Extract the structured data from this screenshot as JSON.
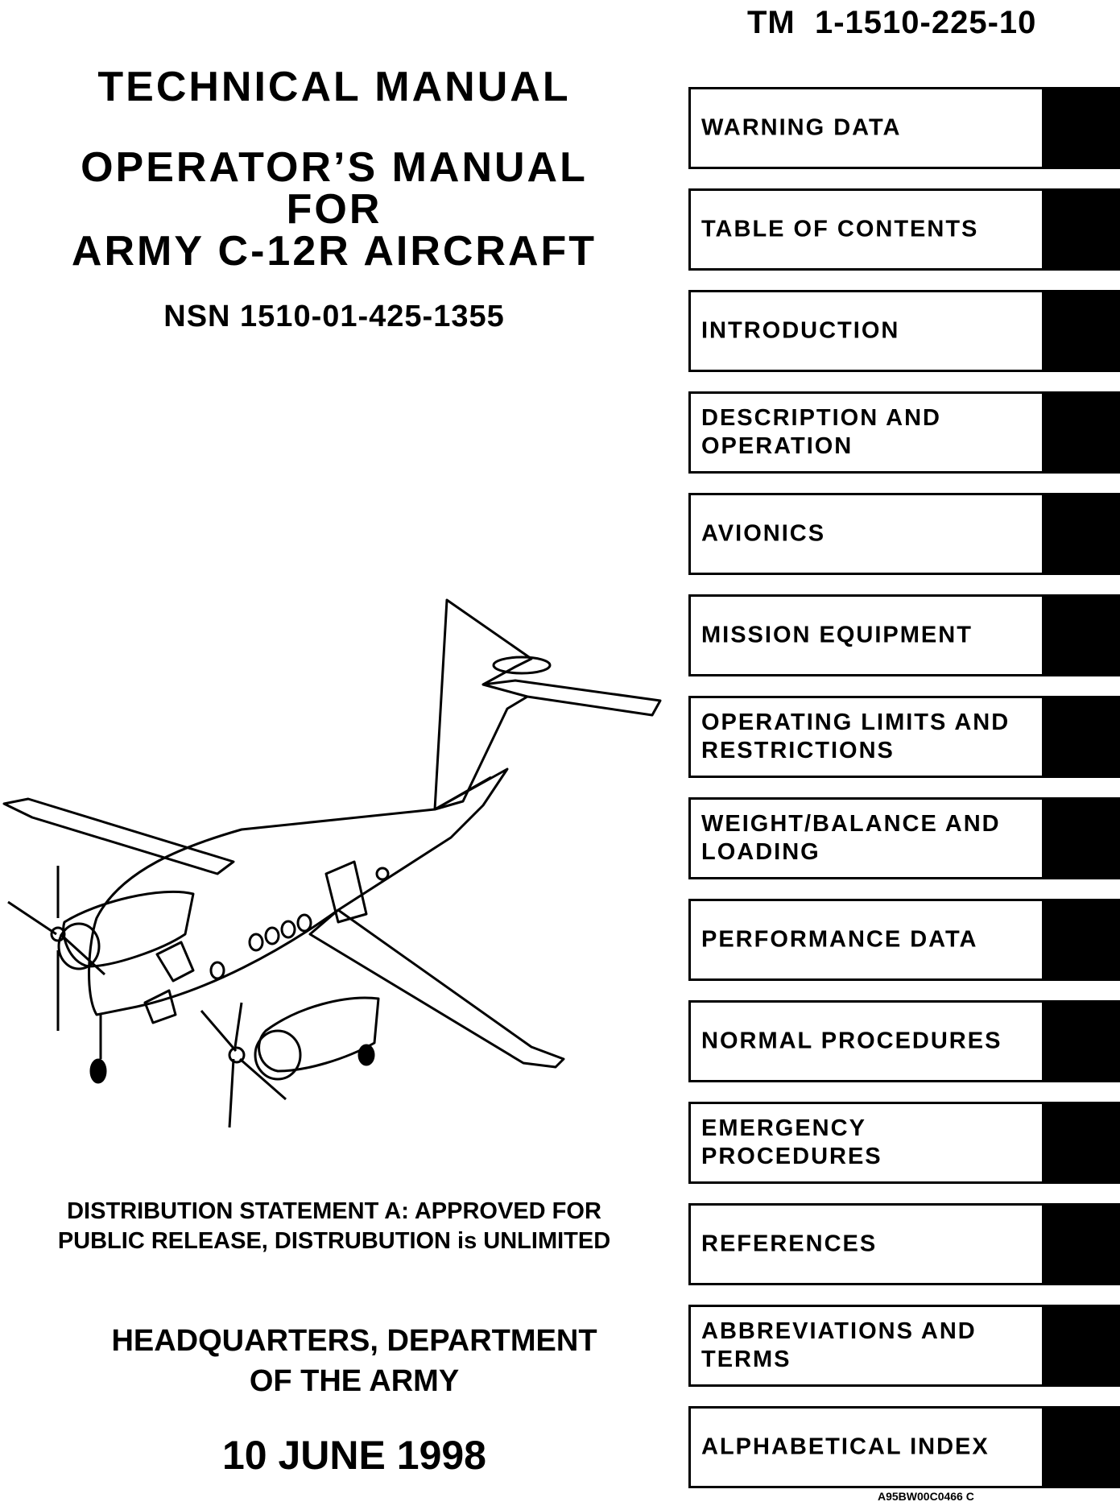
{
  "header": {
    "tm_number": "TM  1-1510-225-10"
  },
  "title": {
    "line1": "TECHNICAL  MANUAL",
    "line2": "OPERATOR’S  MANUAL",
    "line3": "FOR",
    "line4": "ARMY  C-12R  AIRCRAFT",
    "nsn": "NSN  1510-01-425-1355"
  },
  "illustration": {
    "icon": "aircraft-line-drawing"
  },
  "distribution": {
    "line1": "DISTRIBUTION STATEMENT A: APPROVED FOR",
    "line2": "PUBLIC RELEASE, DISTRUBUTION is UNLIMITED"
  },
  "publisher": {
    "line1": "HEADQUARTERS,  DEPARTMENT",
    "line2": "OF THE ARMY"
  },
  "date": "10 JUNE 1998",
  "figure_code": "A95BW00C0466 C",
  "tabs": [
    {
      "label": "WARNING  DATA"
    },
    {
      "label": "TABLE  OF  CONTENTS"
    },
    {
      "label": "INTRODUCTION"
    },
    {
      "label": "DESCRIPTION  AND OPERATION"
    },
    {
      "label": "AVIONICS"
    },
    {
      "label": "MISSION  EQUIPMENT"
    },
    {
      "label": "OPERATING  LIMITS  AND RESTRICTIONS"
    },
    {
      "label": "WEIGHT/BALANCE  AND LOADING"
    },
    {
      "label": "PERFORMANCE  DATA"
    },
    {
      "label": "NORMAL  PROCEDURES"
    },
    {
      "label": "EMERGENCY PROCEDURES"
    },
    {
      "label": "REFERENCES"
    },
    {
      "label": "ABBREVIATIONS   AND TERMS"
    },
    {
      "label": "ALPHABETICAL  INDEX"
    }
  ]
}
